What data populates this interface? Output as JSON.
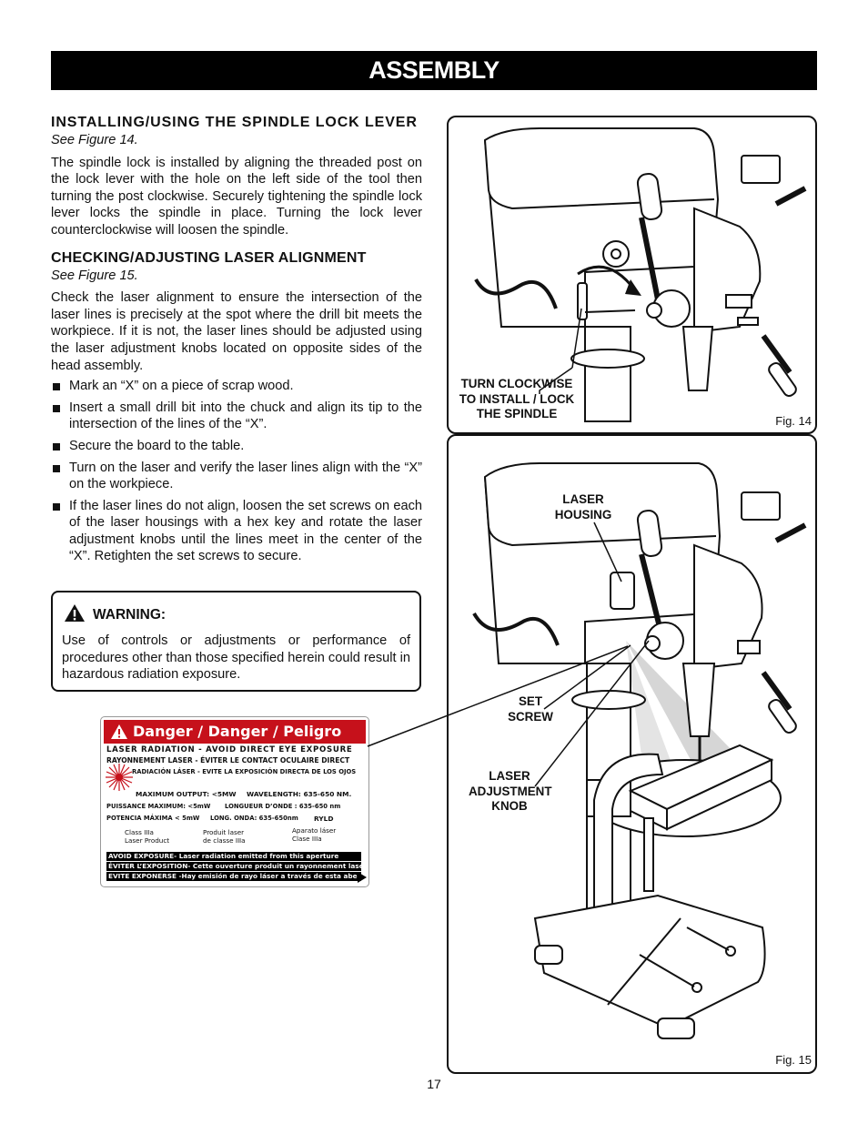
{
  "header": {
    "title": "ASSEMBLY"
  },
  "section1": {
    "title": "INSTALLING/USING THE SPINDLE LOCK LEVER",
    "see": "See Figure 14.",
    "body": "The spindle lock is installed by aligning the threaded post on the lock lever with the hole on the left side of the tool then turning the post clockwise. Securely tightening the spindle lock lever locks the spindle in place. Turning the lock lever counterclockwise will loosen the spindle."
  },
  "section2": {
    "title": "CHECKING/ADJUSTING LASER ALIGNMENT",
    "see": "See Figure 15.",
    "body": "Check the laser alignment to ensure the intersection of the laser lines is precisely at the spot where the drill bit meets the workpiece. If it is not, the laser lines should be adjusted using the laser adjustment knobs located on opposite sides of the head assembly.",
    "bullets": [
      "Mark an “X” on a piece of scrap wood.",
      "Insert a small drill bit into the chuck and align its tip to the intersection of the lines of the “X”.",
      "Secure the board to the table.",
      "Turn on the laser and verify the laser lines align with the “X” on the workpiece.",
      "If the laser lines do not align, loosen the set screws on each of the laser housings with a hex key and rotate the laser adjustment knobs until the lines meet in the center of the “X”. Retighten the set screws to secure."
    ]
  },
  "warning": {
    "title": "WARNING:",
    "body": "Use of controls or adjustments or performance of procedures other than those specified herein could result in hazardous radiation exposure."
  },
  "danger_label": {
    "header": "Danger / Danger / Peligro",
    "line1": "LASER RADIATION - AVOID DIRECT EYE EXPOSURE",
    "line2": "RAYONNEMENT LASER - ÉVITER LE CONTACT OCULAIRE DIRECT",
    "line3": "RADIACIÓN LÁSER - EVITE LA EXPOSICIÓN DIRECTA DE LOS OJOS",
    "max_output": "MAXIMUM OUTPUT: <5MW",
    "wavelength": "WAVELENGTH: 635-650 NM.",
    "puissance": "PUISSANCE MAXIMUM: <5mW",
    "longueur": "LONGUEUR D’ONDE : 635-650 nm",
    "potencia": "POTENCIA MÁXIMA < 5mW",
    "long_onda": "LONG. ONDA: 635-650nm",
    "code": "RYLD",
    "class_en": "Class IIIa\nLaser Product",
    "class_fr": "Produit laser\nde classe IIIa",
    "class_es": "Aparato láser\nClase IIIa",
    "bar1": "AVOID EXPOSURE- Laser radiation emitted from this aperture",
    "bar2": "ÉVITER L’EXPOSITION- Cette ouverture produit un rayonnement laser",
    "bar3": "EVITE EXPONERSE -Hay emisión de rayo láser a través de esta abertura"
  },
  "fig14": {
    "label": "Fig. 14",
    "callout": "TURN CLOCKWISE\nTO INSTALL / LOCK\nTHE SPINDLE"
  },
  "fig15": {
    "label": "Fig. 15",
    "callout_housing": "LASER\nHOUSING",
    "callout_setscrew": "SET\nSCREW",
    "callout_knob": "LASER\nADJUSTMENT\nKNOB"
  },
  "page": {
    "number": "17"
  }
}
